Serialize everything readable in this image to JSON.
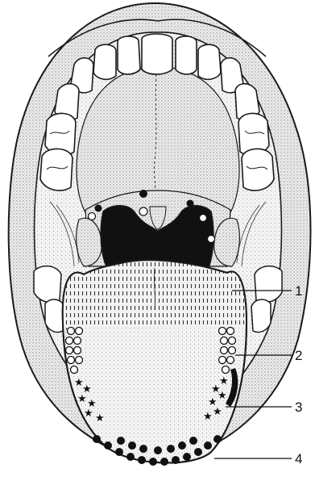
{
  "figure": {
    "callouts": [
      {
        "label": "1"
      },
      {
        "label": "2"
      },
      {
        "label": "3"
      },
      {
        "label": "4"
      }
    ]
  },
  "colors": {
    "ink": "#1a1a1a",
    "stipple": "#9a9a9a",
    "tooth": "#ffffff",
    "throat": "#111111"
  }
}
